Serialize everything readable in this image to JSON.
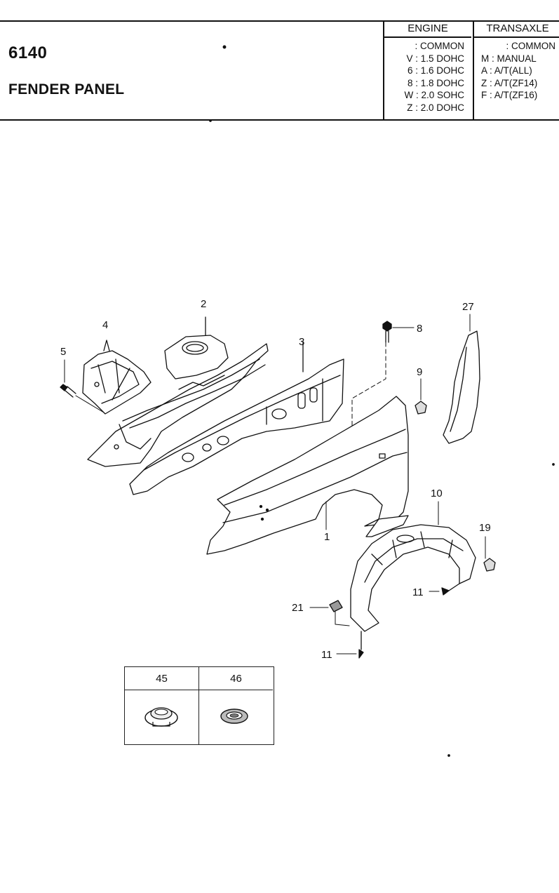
{
  "header": {
    "code": "6140",
    "name": "FENDER PANEL",
    "engine": {
      "title": "ENGINE",
      "rows": [
        ": COMMON",
        "V : 1.5 DOHC",
        "6 : 1.6 DOHC",
        "8 : 1.8 DOHC",
        "W : 2.0 SOHC",
        "Z : 2.0 DOHC"
      ]
    },
    "transaxle": {
      "title": "TRANSAXLE",
      "rows": [
        ": COMMON",
        "M : MANUAL",
        "A : A/T(ALL)",
        "Z : A/T(ZF14)",
        "F : A/T(ZF16)"
      ]
    }
  },
  "callouts": {
    "c1": "1",
    "c2": "2",
    "c3": "3",
    "c4": "4",
    "c5": "5",
    "c8": "8",
    "c9": "9",
    "c10": "10",
    "c11a": "11",
    "c11b": "11",
    "c19": "19",
    "c21": "21",
    "c27": "27"
  },
  "inset": {
    "left_part": "45",
    "right_part": "46"
  }
}
